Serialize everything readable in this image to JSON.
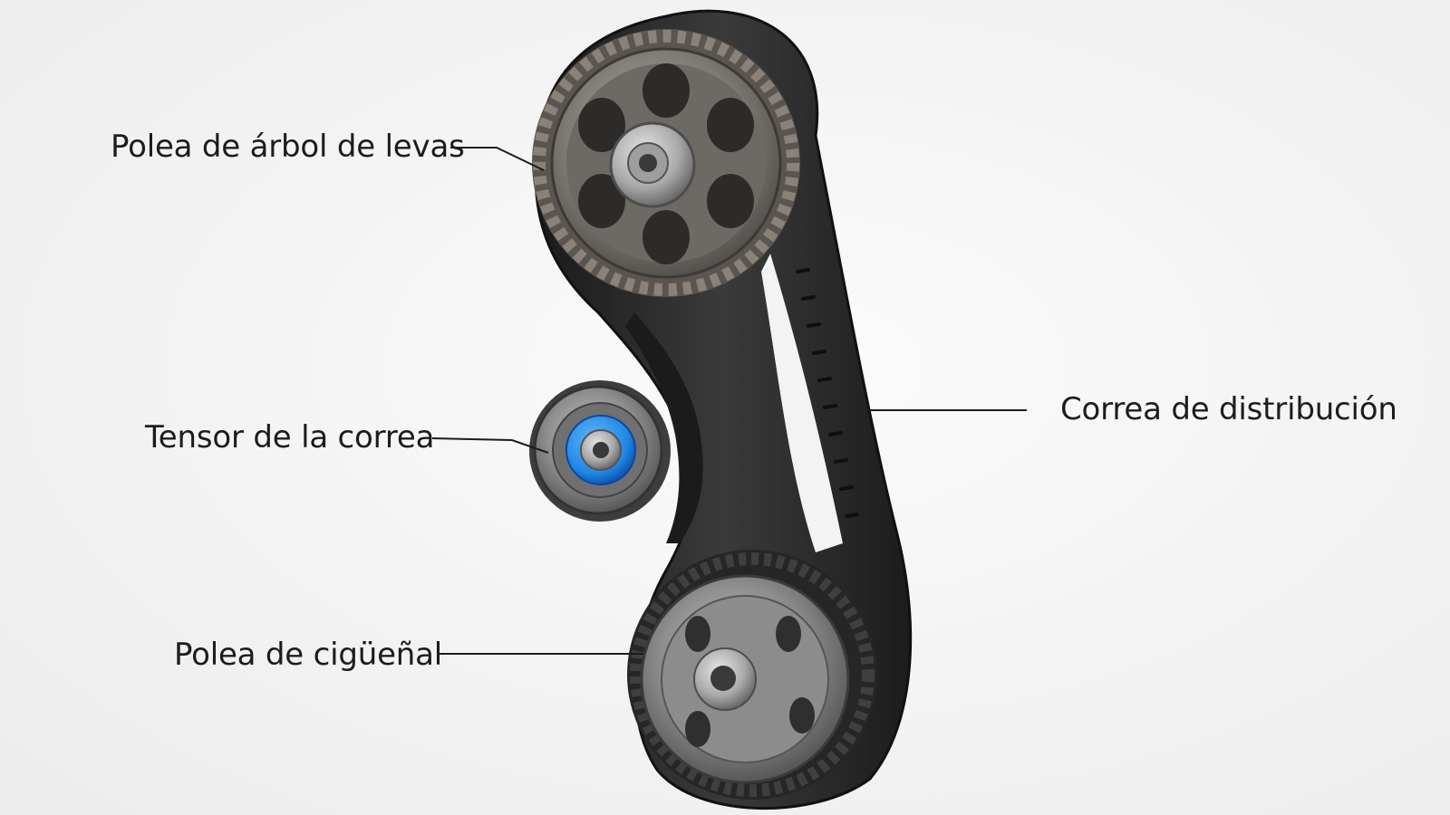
{
  "labels": {
    "camshaft_pulley": "Polea de árbol de levas",
    "belt_tensioner": "Tensor de la correa",
    "crankshaft_pulley": "Polea de cigüeñal",
    "timing_belt": "Correa de distribución"
  },
  "colors": {
    "background": "#f5f5f5",
    "belt": "#262626",
    "pulley_metal": "#8f8f8f",
    "bearing_blue": "#1e88e5",
    "leader_line": "#1c1c1c"
  }
}
